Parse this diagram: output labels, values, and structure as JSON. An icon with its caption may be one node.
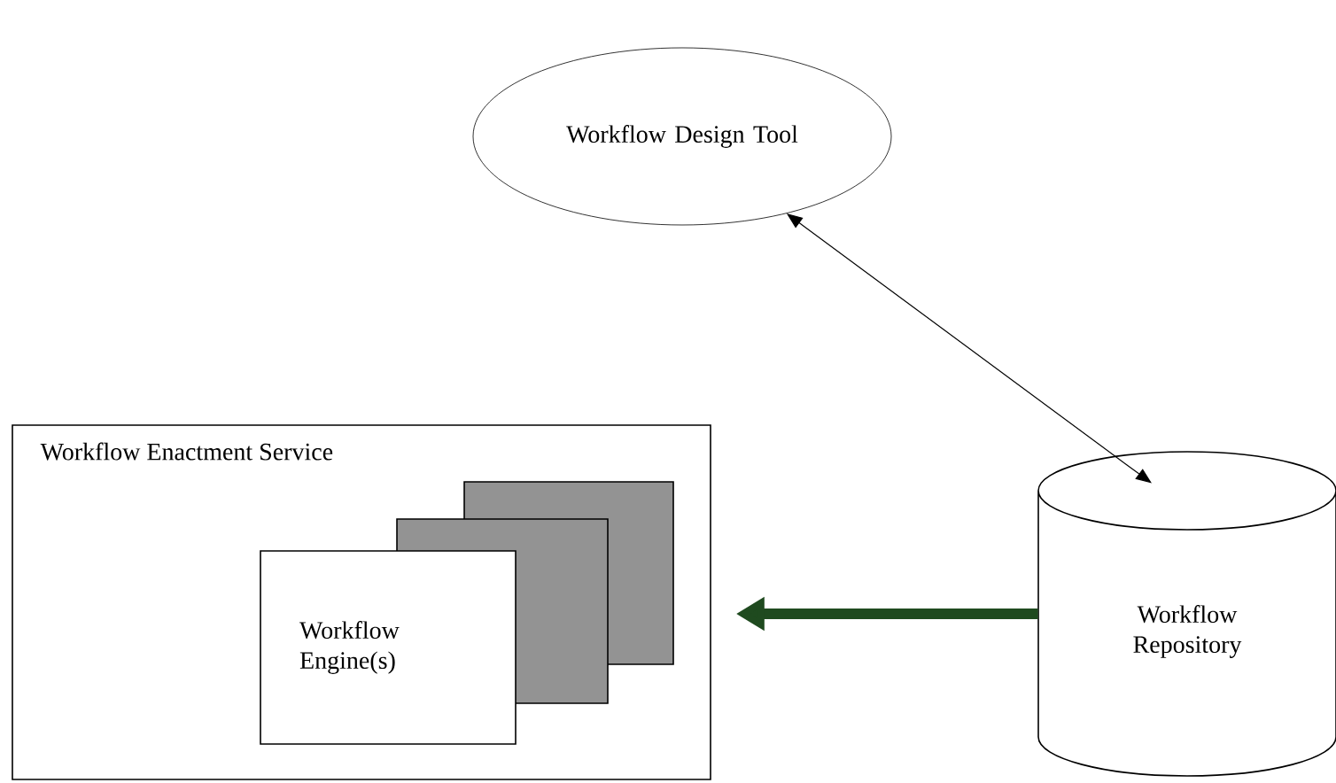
{
  "diagram": {
    "nodes": [
      {
        "text": [
          "Workflow Design Tool"
        ]
      },
      {
        "text": [
          "Workflow Enactment Service"
        ]
      },
      {
        "text": [
          "Workflow Engine(s)"
        ],
        "in": 1
      },
      {
        "text": [],
        "shape": "box",
        "in": 1
      },
      {
        "text": [],
        "shape": "box",
        "in": 1
      },
      {
        "text": [
          "Workflow Repository"
        ]
      }
    ],
    "edges": [
      {
        "from": 0,
        "to": 5,
        "arrow": "both"
      },
      {
        "from": 5,
        "to": 1,
        "arrow": "to",
        "style": "thick",
        "color": "#1f4a1f"
      }
    ]
  }
}
